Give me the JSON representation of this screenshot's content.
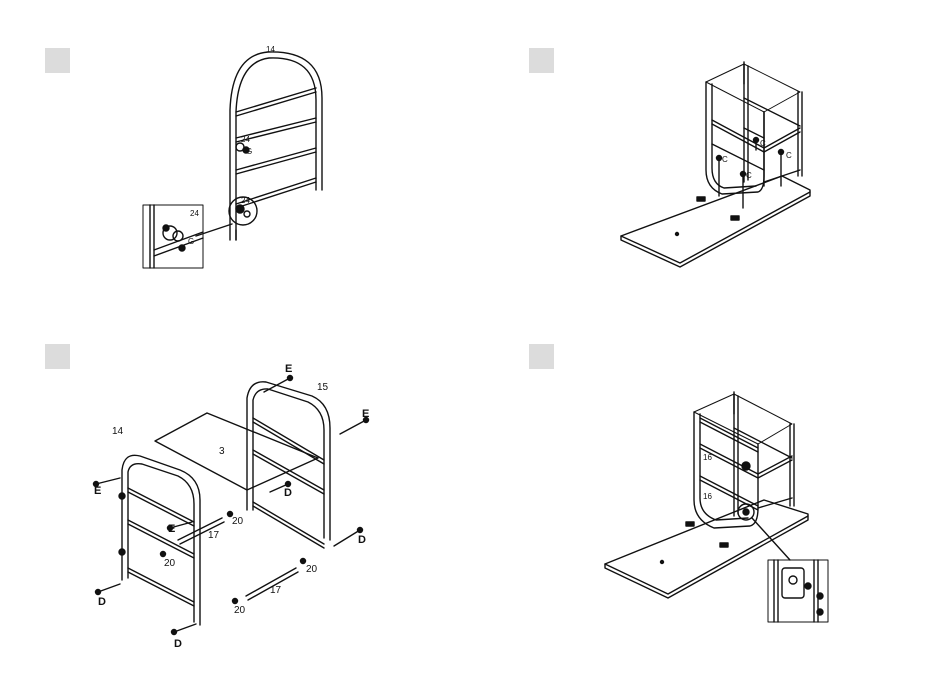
{
  "steps": [
    {
      "labels": {
        "frame": "14",
        "bolt_upper": "24",
        "letter_upper": "G",
        "bolt_lower": "24",
        "inset_bolt": "24",
        "inset_letter": "G"
      }
    },
    {
      "labels": {
        "c1": "C",
        "c2": "C",
        "c3": "C",
        "c4": "C"
      }
    },
    {
      "labels": {
        "top_e": "E",
        "frame_right": "15",
        "right_e": "E",
        "frame_left": "14",
        "panel": "3",
        "left_e": "E",
        "mid_d": "D",
        "lower_e": "E",
        "rod_upper": "17",
        "rod_upper_nut": "20",
        "right_d": "D",
        "left_nut": "20",
        "rod_lower_nut": "20",
        "rod_lower": "17",
        "left_d": "D",
        "lower_nut": "20",
        "bottom_d": "D"
      }
    },
    {
      "labels": {
        "shelf_upper": "16",
        "shelf_lower": "16"
      }
    }
  ]
}
